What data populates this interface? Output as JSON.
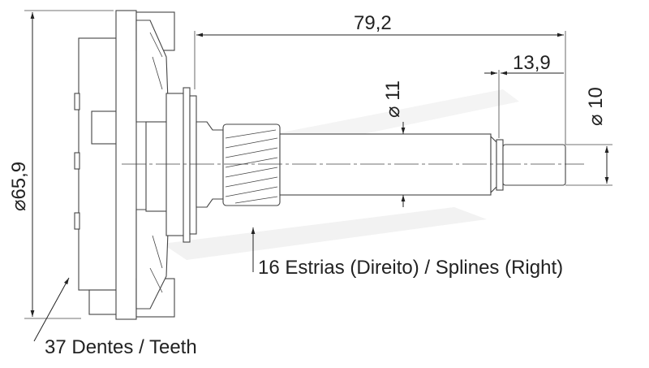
{
  "dimensions": {
    "overall_diameter": "⌀65,9",
    "length": "79,2",
    "end_length": "13,9",
    "shaft_diameter": "⌀ 11",
    "end_diameter": "⌀ 10"
  },
  "annotations": {
    "splines": "16 Estrias (Direito) / Splines (Right)",
    "teeth": "37 Dentes / Teeth"
  }
}
